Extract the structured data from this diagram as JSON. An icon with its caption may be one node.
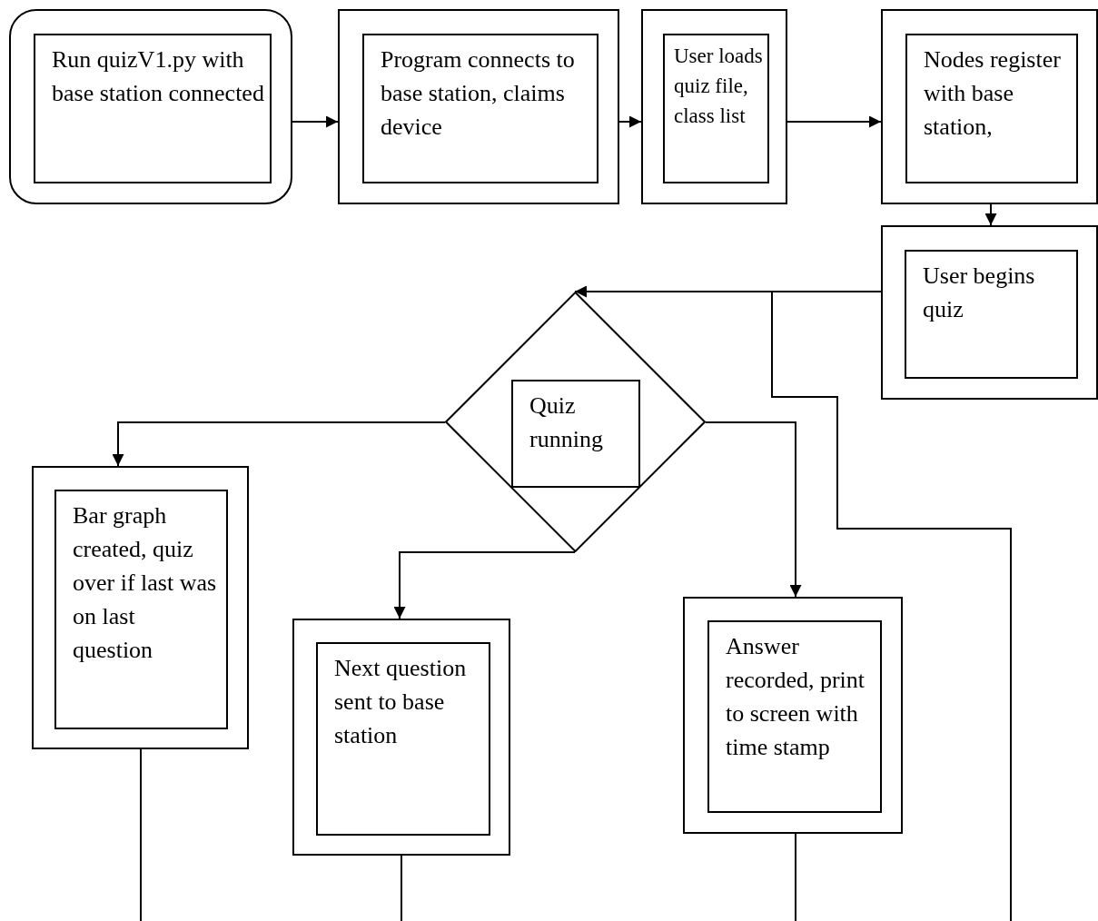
{
  "diagram": {
    "nodes": [
      {
        "text": [
          "Run quizV1.py with base station connected"
        ]
      },
      {
        "text": [
          "Program connects to base station, claims device"
        ]
      },
      {
        "text": [
          "User loads quiz file, class list"
        ]
      },
      {
        "text": [
          "Nodes register with base station,"
        ]
      },
      {
        "text": [
          "User begins quiz"
        ]
      },
      {
        "text": [
          "Quiz running"
        ]
      },
      {
        "text": [
          "Bar graph created, quiz over if last was on last question"
        ]
      },
      {
        "text": [
          "Next question sent to base station"
        ]
      },
      {
        "text": [
          "Answer recorded, print to screen with time stamp"
        ]
      }
    ],
    "edges": [
      {
        "from": 0,
        "to": 1,
        "arrow": "to"
      },
      {
        "from": 1,
        "to": 2,
        "arrow": "to"
      },
      {
        "from": 2,
        "to": 3,
        "arrow": "to"
      },
      {
        "from": 3,
        "to": 4,
        "arrow": "to"
      },
      {
        "from": 4,
        "to": 5,
        "arrow": "to"
      },
      {
        "from": 5,
        "to": 6,
        "arrow": "to"
      },
      {
        "from": 5,
        "to": 7,
        "arrow": "to"
      },
      {
        "from": 5,
        "to": 8,
        "arrow": "to"
      },
      {
        "from": 4,
        "to": null,
        "arrow": "none"
      },
      {
        "from": 6,
        "to": null,
        "arrow": "none"
      },
      {
        "from": 7,
        "to": null,
        "arrow": "none"
      },
      {
        "from": 8,
        "to": null,
        "arrow": "none"
      }
    ]
  }
}
